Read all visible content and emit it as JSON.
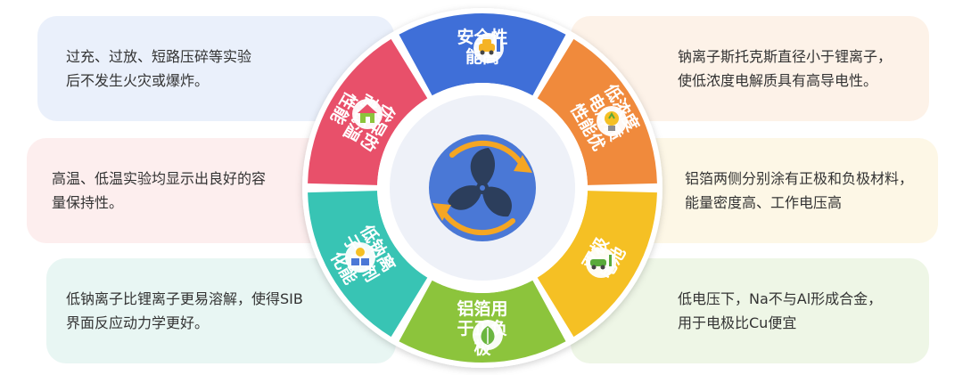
{
  "cards": [
    {
      "lines": [
        "过充、过放、短路压碎等实验",
        "后不发生火灾或爆炸。"
      ]
    },
    {
      "lines": [
        "高温、低温实验均显示出良好的容",
        "量保持性。"
      ]
    },
    {
      "lines": [
        "低钠离子比锂离子更易溶解，使得SIB",
        "界面反应动力学更好。"
      ]
    },
    {
      "lines": [
        "钠离子斯托克斯直径小于锂离子，",
        "使低浓度电解质具有高导电性。"
      ]
    },
    {
      "lines": [
        "铝箔两侧分别涂有正极和负极材料，",
        "能量密度高、工作电压高"
      ]
    },
    {
      "lines": [
        "低电压下，Na不与Al形成合金，",
        "用于电极比Cu便宜"
      ]
    }
  ],
  "segments": [
    {
      "name": "safety",
      "lines": [
        "安全性",
        "能高"
      ],
      "color": "#3f6fd8"
    },
    {
      "name": "low-concentration",
      "lines": [
        "低浓度",
        "电解质",
        "性能优"
      ],
      "color": "#f08a3c"
    },
    {
      "name": "bipolar",
      "lines": [
        "双极",
        "电池"
      ],
      "color": "#f5c024"
    },
    {
      "name": "aluminum-foil",
      "lines": [
        "铝箔用",
        "于正负",
        "极"
      ],
      "color": "#8cc43c"
    },
    {
      "name": "low-sodium",
      "lines": [
        "低钠离",
        "子溶剂",
        "化能"
      ],
      "color": "#38c4b4"
    },
    {
      "name": "temperature",
      "lines": [
        "优异的",
        "高低温",
        "性能"
      ],
      "color": "#e8506a"
    }
  ],
  "center": {
    "icon": "fan-icon",
    "ring_color": "#f5a623",
    "core_color": "#4a78d6"
  },
  "icons": [
    "car-charging-icon",
    "lightbulb-icon",
    "electric-car-icon",
    "leaf-icon",
    "solar-panel-icon",
    "house-icon"
  ]
}
